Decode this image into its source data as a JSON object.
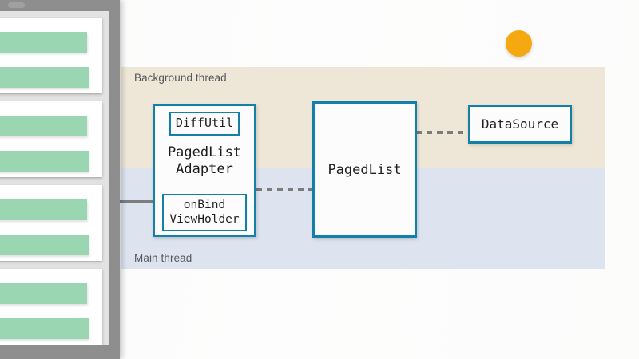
{
  "slide": {
    "bands": [
      {
        "id": "background-thread",
        "label": "Background thread",
        "color": "#eee7d7"
      },
      {
        "id": "main-thread",
        "label": "Main thread",
        "color": "#dde3ef"
      }
    ],
    "accent_color": "#f5a80f",
    "box_border_color": "#1280a8",
    "connector_color": "#7b7b7b"
  },
  "boxes": {
    "adapter": {
      "title_line1": "PagedList",
      "title_line2": "Adapter",
      "diff_util": "DiffUtil",
      "on_bind_line1": "onBind",
      "on_bind_line2": "ViewHolder"
    },
    "paged_list": {
      "label": "PagedList"
    },
    "data_source": {
      "label": "DataSource"
    }
  },
  "phone": {
    "cards": [
      {
        "bars": 2
      },
      {
        "bars": 2
      },
      {
        "bars": 2
      },
      {
        "bars": 2
      }
    ],
    "bar_color": "#9bd6b2",
    "bezel_color": "#8e8e8e"
  }
}
